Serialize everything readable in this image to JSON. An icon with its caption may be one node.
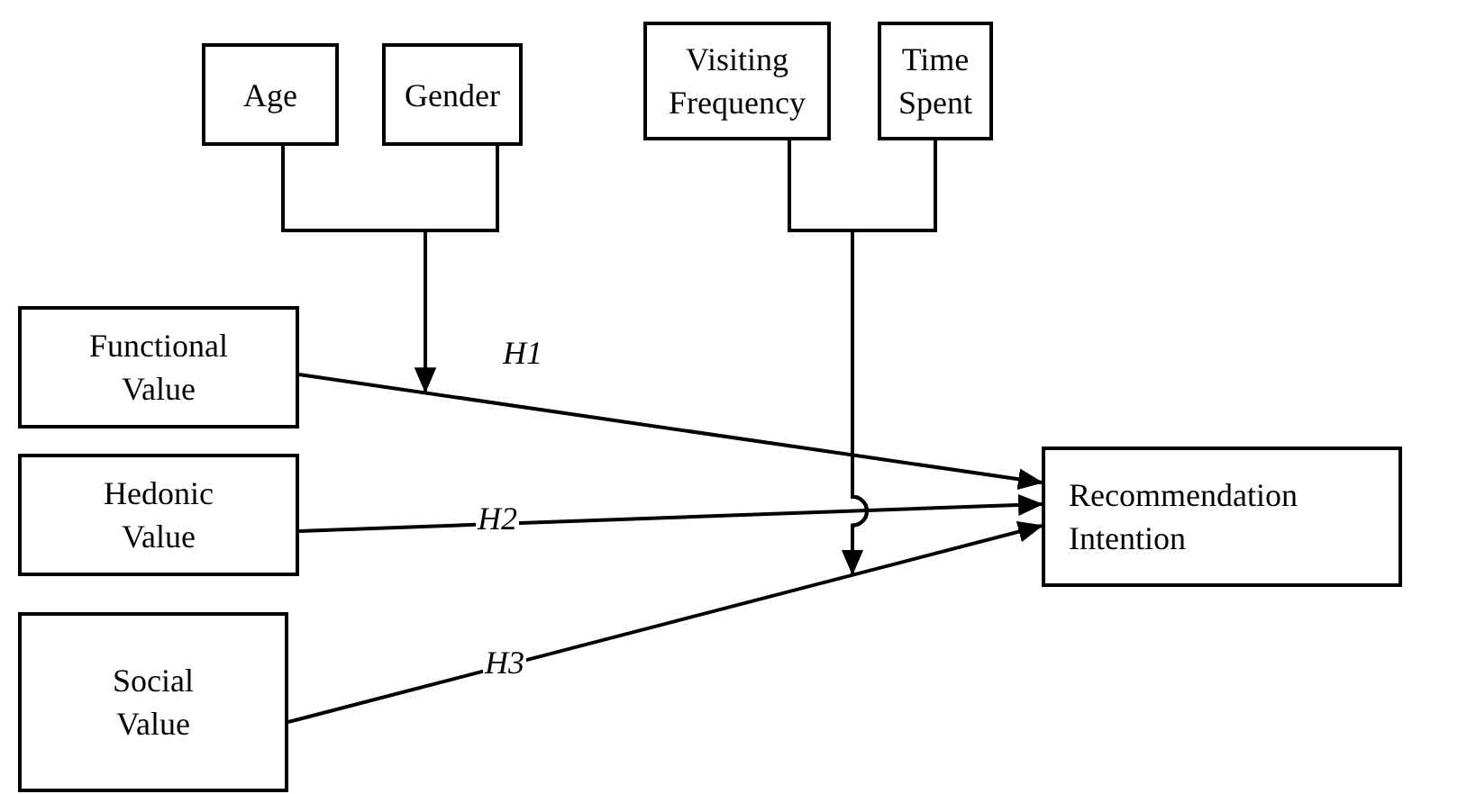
{
  "diagram": {
    "nodes": [
      {
        "text": [
          "Age"
        ]
      },
      {
        "text": [
          "Gender"
        ]
      },
      {
        "text": [
          "Visiting Frequency"
        ]
      },
      {
        "text": [
          "Time Spent"
        ]
      },
      {
        "text": [
          "Functional Value"
        ]
      },
      {
        "text": [
          "Hedonic Value"
        ]
      },
      {
        "text": [
          "Social Value"
        ]
      },
      {
        "text": [
          "Recommendation Intention"
        ]
      }
    ],
    "edges": [
      {
        "from": 4,
        "to": 7,
        "arrow": "to",
        "label": "H1"
      },
      {
        "from": 5,
        "to": 7,
        "arrow": "to",
        "label": "H2"
      },
      {
        "from": 6,
        "to": 7,
        "arrow": "to",
        "label": "H3"
      },
      {
        "from": 0,
        "to": null,
        "arrow": "to"
      },
      {
        "from": 1,
        "to": null,
        "arrow": "to"
      },
      {
        "from": 2,
        "to": null,
        "arrow": "to"
      },
      {
        "from": 3,
        "to": null,
        "arrow": "to"
      }
    ]
  }
}
